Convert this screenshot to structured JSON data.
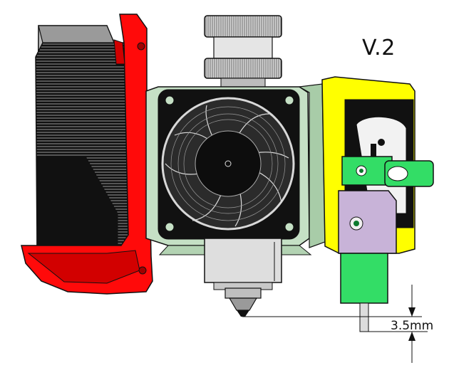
{
  "version_label": "V.2",
  "dimension": {
    "value": "3.5",
    "unit": "mm"
  },
  "colors": {
    "duct_red": "#ff0a0a",
    "mount_green": "#c5e0c5",
    "fan_black": "#0d0d0d",
    "knurl_gray": "#cfcfcf",
    "heater_gray": "#d8d8d8",
    "bracket_yellow": "#ffff00",
    "probe_green": "#33dd66",
    "probe_violet": "#c8b3d8",
    "dark_green_dot": "#0b7a2d",
    "outline": "#111111"
  },
  "icons": [
    "blower-fan-icon",
    "axial-fan-icon",
    "knurled-drive-gear-icon",
    "nozzle-icon",
    "arrow-icon"
  ]
}
